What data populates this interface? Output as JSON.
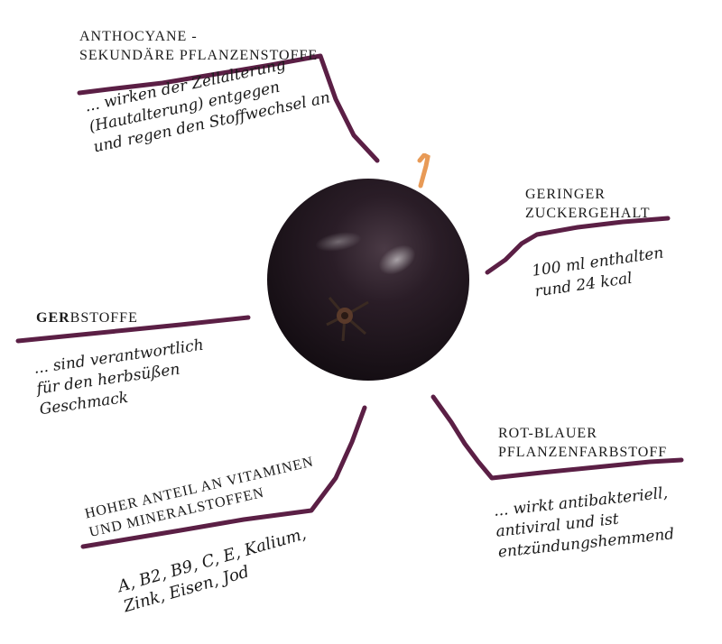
{
  "accent_color": "#5b1f45",
  "berry_color": "#1b1419",
  "callouts": {
    "anthocyane": {
      "heading": [
        "ANTHOCYANE -",
        "SEKUNDÄRE PFLANZENSTOFFE"
      ],
      "text": [
        "... wirken der Zellalterung",
        "(Hautalterung) entgegen",
        "und regen den Stoffwechsel an"
      ]
    },
    "zucker": {
      "heading": [
        "GERINGER",
        "ZUCKERGEHALT"
      ],
      "text": [
        "100 ml enthalten",
        "rund 24 kcal"
      ]
    },
    "gerbstoffe": {
      "heading_bold": "GER",
      "heading_rest": "BSTOFFE",
      "text": [
        "... sind verantwortlich",
        "für den herbsüßen",
        "Geschmack"
      ]
    },
    "farbstoff": {
      "heading": [
        "ROT-BLAUER",
        "PFLANZENFARBSTOFF"
      ],
      "text": [
        "... wirkt antibakteriell,",
        "antiviral und ist",
        "entzündungshemmend"
      ]
    },
    "vitamine": {
      "heading": [
        "HOHER ANTEIL AN VITAMINEN",
        "UND MINERALSTOFFEN"
      ],
      "text": [
        "A, B2, B9, C, E, Kalium,",
        "Zink, Eisen, Jod"
      ]
    }
  }
}
